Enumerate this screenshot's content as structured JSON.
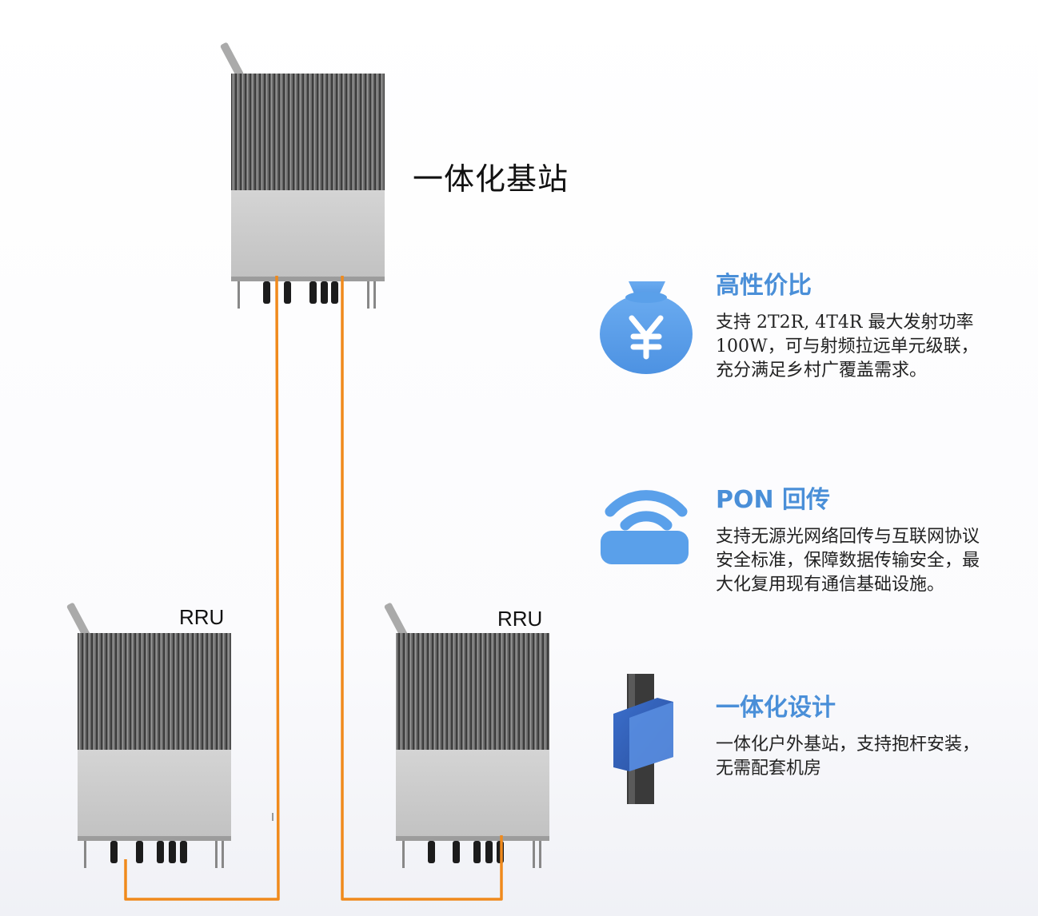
{
  "diagram": {
    "main_label": "一体化基站",
    "rru_labels": [
      "RRU",
      "RRU"
    ]
  },
  "features": [
    {
      "icon": "money-bag-icon",
      "title": "高性价比",
      "text": "支持 2T2R, 4T4R 最大发射功率 100W，可与射频拉远单元级联，充分满足乡村广覆盖需求。"
    },
    {
      "icon": "wifi-router-icon",
      "title": "PON 回传",
      "text": "支持无源光网络回传与互联网协议安全标准，保障数据传输安全，最大化复用现有通信基础设施。"
    },
    {
      "icon": "pole-mount-icon",
      "title": "一体化设计",
      "text": "一体化户外基站，支持抱杆安装，无需配套机房"
    }
  ],
  "colors": {
    "accent": "#4a8fd8",
    "icon_blue": "#5aa0ea",
    "fiber": "#f08a1c",
    "unit_gray": "#cdcdcd",
    "fin_dark": "#5a5a5a"
  }
}
